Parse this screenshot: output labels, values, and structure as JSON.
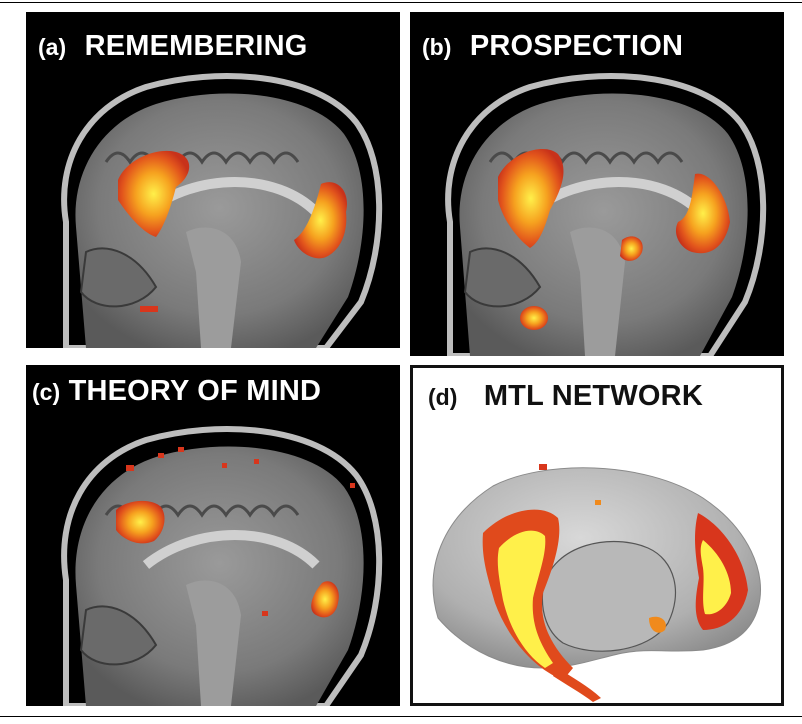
{
  "panels": [
    {
      "tag": "(a)",
      "title": "REMEMBERING"
    },
    {
      "tag": "(b)",
      "title": "PROSPECTION"
    },
    {
      "tag": "(c)",
      "title": "THEORY OF MIND"
    },
    {
      "tag": "(d)",
      "title": "MTL NETWORK"
    }
  ],
  "colors": {
    "background_dark": "#000000",
    "brain_gray": "#8a8a8a",
    "activation_red": "#d8361c",
    "activation_orange": "#f08a1c",
    "activation_yellow": "#fff04a",
    "surface_gray": "#bdbdbd"
  }
}
